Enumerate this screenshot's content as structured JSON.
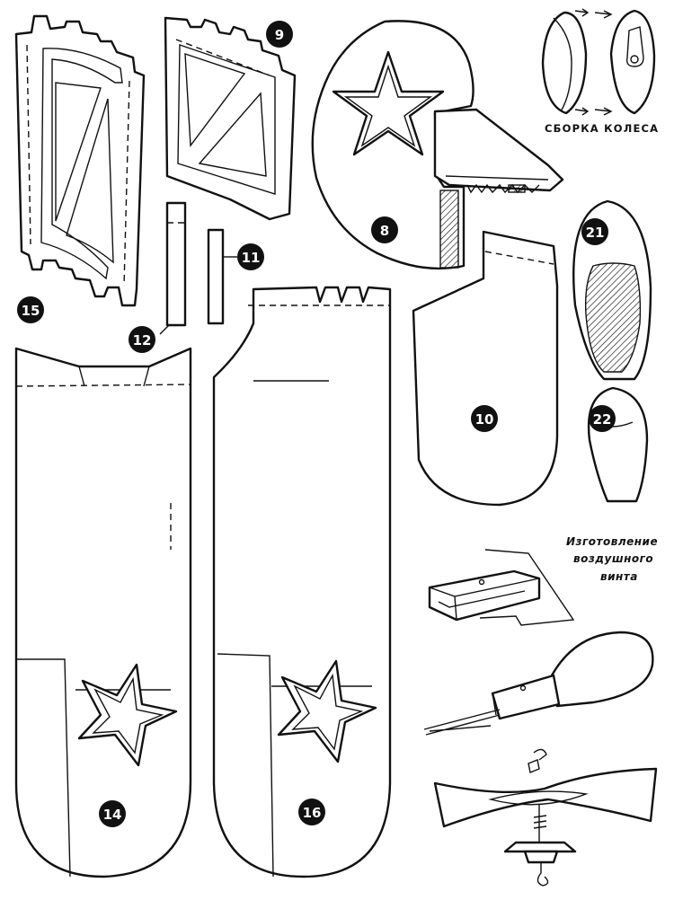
{
  "parts": {
    "p8": "8",
    "p9": "9",
    "p10": "10",
    "p11": "11",
    "p12": "12",
    "p14": "14",
    "p15": "15",
    "p16": "16",
    "p21": "21",
    "p22": "22"
  },
  "captions": {
    "wheel_assembly": "СБОРКА КОЛЕСА",
    "propeller_line1": "Изготовление",
    "propeller_line2": "воздушного",
    "propeller_line3": "винта"
  },
  "colors": {
    "ink": "#111111",
    "paper": "#ffffff"
  }
}
